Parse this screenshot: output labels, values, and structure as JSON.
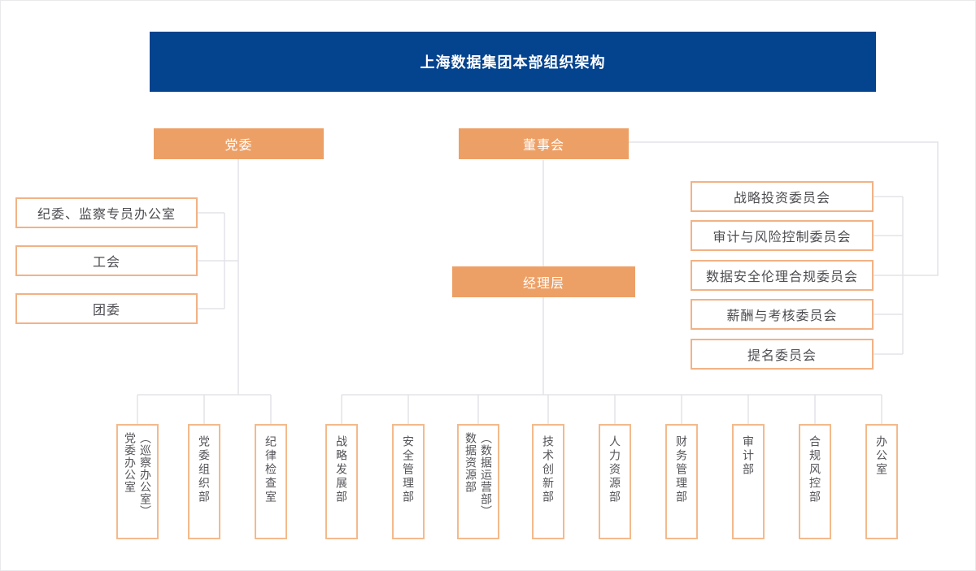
{
  "title": "上海数据集团本部组织架构",
  "colors": {
    "banner_blue": "#04438e",
    "node_orange": "#eda066",
    "box_border_orange": "#f3ba8c",
    "connector_gray": "#e3e3e8"
  },
  "nodes": {
    "party_committee": "党委",
    "board": "董事会",
    "management": "经理层"
  },
  "party_organizations": [
    "纪委、监察专员办公室",
    "工会",
    "团委"
  ],
  "board_committees": [
    "战略投资委员会",
    "审计与风险控制委员会",
    "数据安全伦理合规委员会",
    "薪酬与考核委员会",
    "提名委员会"
  ],
  "party_departments": [
    {
      "label": "党委办公室（巡察办公室）",
      "columns": [
        "党委办公室",
        "（巡察办公室）"
      ]
    },
    {
      "label": "党委组织部",
      "columns": [
        "党委组织部"
      ]
    },
    {
      "label": "纪律检查室",
      "columns": [
        "纪律检查室"
      ]
    }
  ],
  "management_departments": [
    {
      "label": "战略发展部",
      "columns": [
        "战略发展部"
      ]
    },
    {
      "label": "安全管理部",
      "columns": [
        "安全管理部"
      ]
    },
    {
      "label": "数据资源部（数据运营部）",
      "columns": [
        "数据资源部",
        "（数据运营部）"
      ]
    },
    {
      "label": "技术创新部",
      "columns": [
        "技术创新部"
      ]
    },
    {
      "label": "人力资源部",
      "columns": [
        "人力资源部"
      ]
    },
    {
      "label": "财务管理部",
      "columns": [
        "财务管理部"
      ]
    },
    {
      "label": "审计部",
      "columns": [
        "审计部"
      ]
    },
    {
      "label": "合规风控部",
      "columns": [
        "合规风控部"
      ]
    },
    {
      "label": "办公室",
      "columns": [
        "办公室"
      ]
    }
  ]
}
